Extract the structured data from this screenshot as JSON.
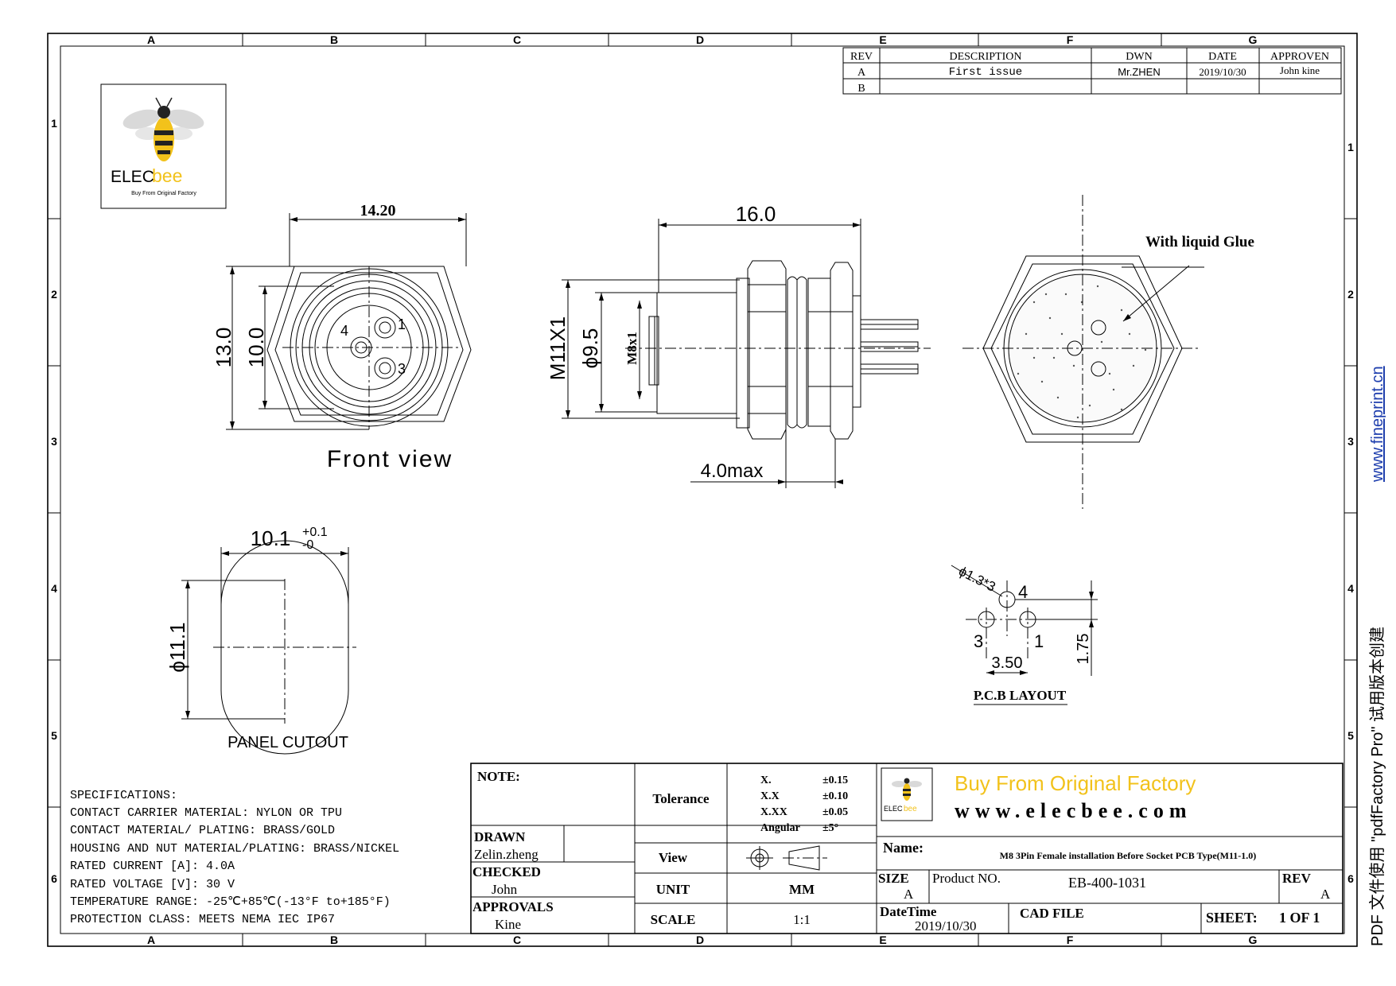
{
  "frame": {
    "columns": [
      "A",
      "B",
      "C",
      "D",
      "E",
      "F",
      "G"
    ],
    "rows": [
      "1",
      "2",
      "3",
      "4",
      "5",
      "6"
    ]
  },
  "revision_table": {
    "headers": [
      "REV",
      "DESCRIPTION",
      "DWN",
      "DATE",
      "APPROVEN"
    ],
    "rows": [
      [
        "A",
        "First issue",
        "Mr.ZHEN",
        "2019/10/30",
        "John kine"
      ],
      [
        "B",
        "",
        "",
        "",
        ""
      ]
    ]
  },
  "logo": {
    "brand_a": "ELEC",
    "brand_b": "bee",
    "tagline": "Buy From Original Factory"
  },
  "front_view": {
    "dim_width": "14.20",
    "dim_height_outer": "13.0",
    "dim_height_inner": "10.0",
    "pins": [
      "1",
      "4",
      "3"
    ],
    "caption": "Front view"
  },
  "side_view": {
    "dim_length": "16.0",
    "thread_outer": "M11X1",
    "dia": "ϕ9.5",
    "thread_inner": "M8x1",
    "dim_max": "4.0max"
  },
  "back_view": {
    "note": "With liquid Glue"
  },
  "panel_cutout": {
    "dim_width": "10.1",
    "tol_upper": "+0.1",
    "tol_lower": "-0",
    "dim_dia": "ϕ11.1",
    "caption": "PANEL CUTOUT"
  },
  "pcb_layout": {
    "hole": "ϕ1.3*3",
    "pins": [
      "4",
      "3",
      "1"
    ],
    "dim_x": "3.50",
    "dim_y": "1.75",
    "caption": "P.C.B  LAYOUT"
  },
  "specs": {
    "title": "SPECIFICATIONS:",
    "lines": [
      "CONTACT CARRIER MATERIAL: NYLON OR TPU",
      "CONTACT MATERIAL/ PLATING: BRASS/GOLD",
      "HOUSING AND NUT MATERIAL/PLATING: BRASS/NICKEL",
      "RATED CURRENT [A]: 4.0A",
      "RATED VOLTAGE [V]: 30 V",
      "TEMPERATURE RANGE: -25℃+85℃(-13°F to+185°F)",
      "PROTECTION CLASS: MEETS NEMA IEC IP67"
    ]
  },
  "title_block": {
    "note_label": "NOTE:",
    "drawn_label": "DRAWN",
    "drawn_value": "Zelin.zheng",
    "checked_label": "CHECKED",
    "checked_value": "John",
    "approvals_label": "APPROVALS",
    "approvals_value": "Kine",
    "tolerance_label": "Tolerance",
    "tolerances": [
      {
        "k": "X.",
        "v": "±0.15"
      },
      {
        "k": "X.X",
        "v": "±0.10"
      },
      {
        "k": "X.XX",
        "v": "±0.05"
      },
      {
        "k": "Angular",
        "v": "±5°"
      }
    ],
    "view_label": "View",
    "unit_label": "UNIT",
    "unit_value": "MM",
    "scale_label": "SCALE",
    "scale_value": "1:1",
    "slogan": "Buy From Original  Factory",
    "website": "www.elecbee.com",
    "name_label": "Name:",
    "name_value": "M8 3Pin Female installation Before Socket PCB Type(M11-1.0)",
    "size_label": "SIZE",
    "size_value": "A",
    "product_label": "Product NO.",
    "product_value": "EB-400-1031",
    "rev_label": "REV",
    "rev_value": "A",
    "datetime_label": "DateTime",
    "datetime_value": "2019/10/30",
    "cadfile_label": "CAD FILE",
    "sheet_label": "SHEET:",
    "sheet_value": "1 OF 1"
  },
  "watermark": {
    "text": "PDF 文件使用 \"pdfFactory Pro\" 试用版本创建 ",
    "link": "www.fineprint.cn"
  }
}
